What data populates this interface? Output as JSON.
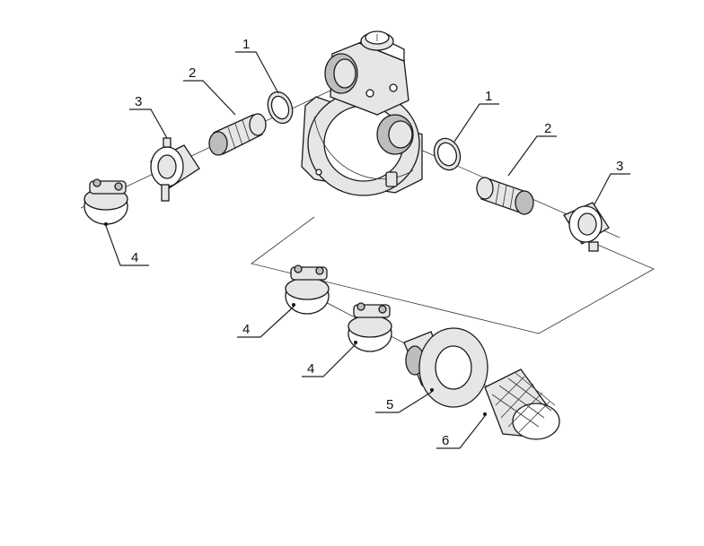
{
  "callouts": [
    {
      "id": "c1a",
      "text": "1"
    },
    {
      "id": "c2a",
      "text": "2"
    },
    {
      "id": "c3a",
      "text": "3"
    },
    {
      "id": "c4a",
      "text": "4"
    },
    {
      "id": "c1b",
      "text": "1"
    },
    {
      "id": "c2b",
      "text": "2"
    },
    {
      "id": "c3b",
      "text": "3"
    },
    {
      "id": "c4b",
      "text": "4"
    },
    {
      "id": "c4c",
      "text": "4"
    },
    {
      "id": "c5",
      "text": "5"
    },
    {
      "id": "c6",
      "text": "6"
    }
  ],
  "icons": {
    "gauge": "pressure-gauge-icon"
  }
}
